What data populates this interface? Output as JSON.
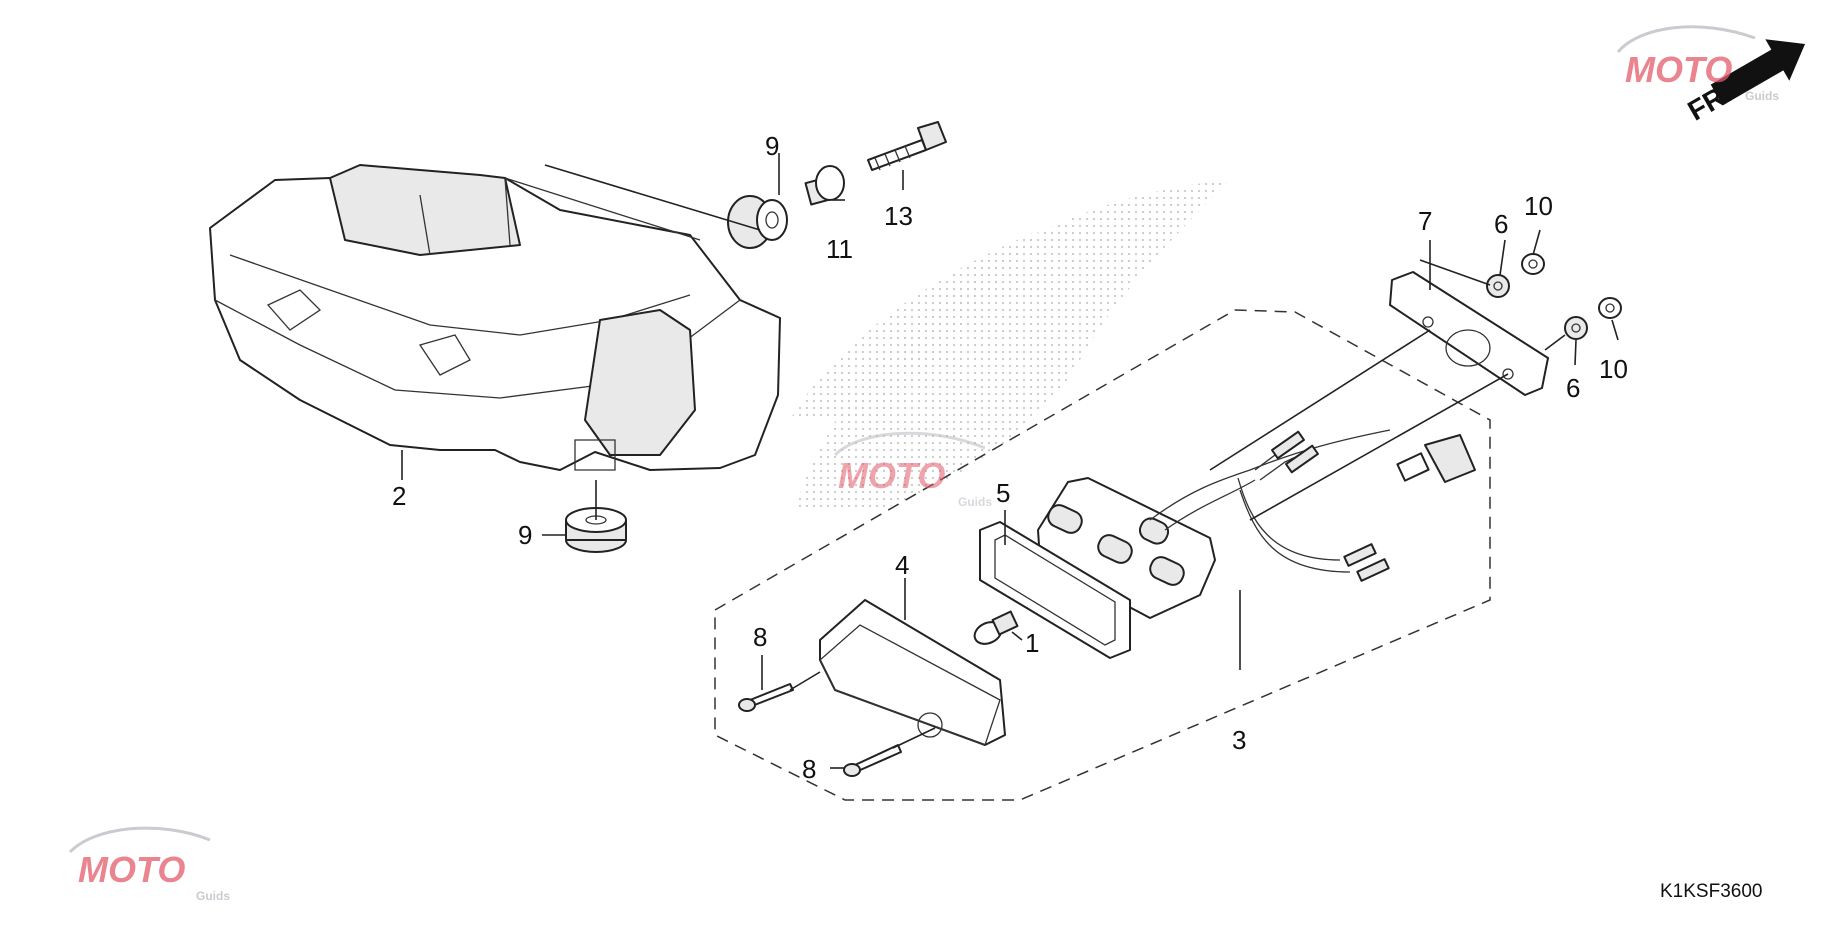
{
  "diagram": {
    "drawing_code": "K1KSF3600",
    "direction_label": "FR.",
    "watermark": {
      "word": "MOTO",
      "sub": "Guids"
    },
    "colors": {
      "watermark_red": "#e35b6a",
      "watermark_grey": "#b9b9c2",
      "line": "#222222",
      "stipple": "#c9c9c9"
    },
    "callouts": [
      {
        "id": "c1",
        "label": "1"
      },
      {
        "id": "c2",
        "label": "2"
      },
      {
        "id": "c3",
        "label": "3"
      },
      {
        "id": "c4",
        "label": "4"
      },
      {
        "id": "c5",
        "label": "5"
      },
      {
        "id": "c6a",
        "label": "6"
      },
      {
        "id": "c6b",
        "label": "6"
      },
      {
        "id": "c7",
        "label": "7"
      },
      {
        "id": "c8a",
        "label": "8"
      },
      {
        "id": "c8b",
        "label": "8"
      },
      {
        "id": "c9a",
        "label": "9"
      },
      {
        "id": "c9b",
        "label": "9"
      },
      {
        "id": "c10a",
        "label": "10"
      },
      {
        "id": "c10b",
        "label": "10"
      },
      {
        "id": "c11",
        "label": "11"
      },
      {
        "id": "c13",
        "label": "13"
      }
    ]
  }
}
